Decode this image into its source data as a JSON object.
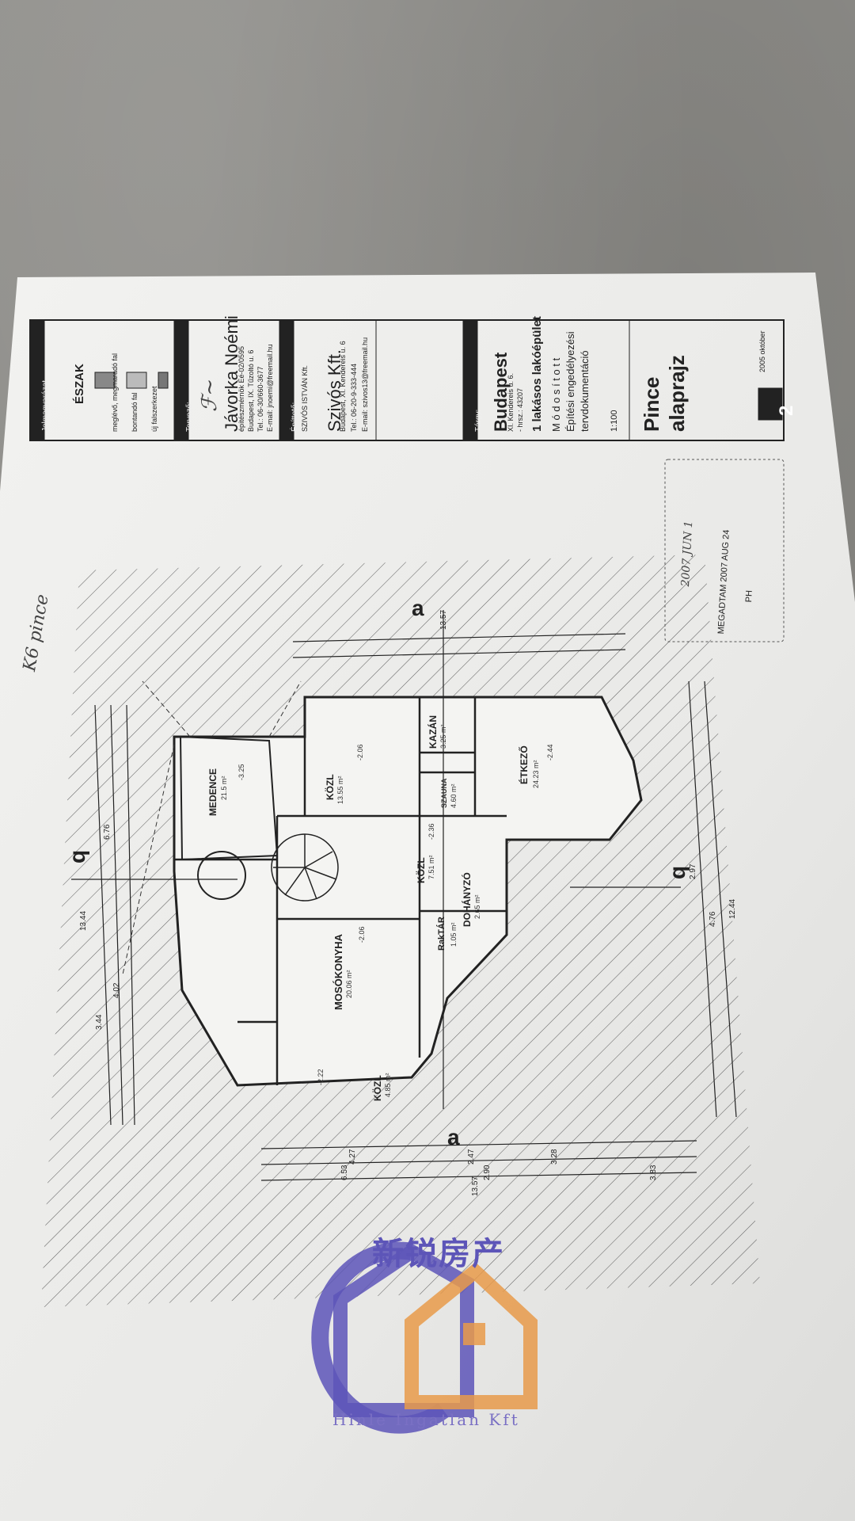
{
  "title_block": {
    "legend_header": "Jelmagyarázat",
    "north_label": "ÉSZAK",
    "legend_items": [
      "meglévő, megmaradó fal",
      "bontandó fal",
      "új falszerkezet"
    ],
    "designer_header": "Tervező:",
    "designer_name": "Jávorka Noémi",
    "designer_lines": [
      "építészmérnök  Éé-02/0595",
      "Budapest, IX. Tűzoltó u. 6",
      "Tel.: 06-30/660-3677",
      "E-mail: jnoemi@freemail.hu"
    ],
    "contractor_header": "Építtető:",
    "contractor_stamp": "SZIVÓS ISTVÁN Kft.",
    "contractor_name": "Szivós Kft.",
    "contractor_lines": [
      "Budapest, XI. Kendereis u. 6",
      "Tel.: 06-20-9-333-444",
      "E-mail: szivos13@freemail.hu"
    ],
    "subject_header": "Tárgy:",
    "city": "Budapest",
    "address": "XI. Kendereis u. 6.",
    "hrsz": "- hrsz.: 43207",
    "building": "1 lakásos lakóépület",
    "status": "M ó d o s í t o t t",
    "doc_type_1": "Építési engedélyezési",
    "doc_type_2": "tervdokumentáció",
    "scale": "1:100",
    "sheet_title_1": "Pince",
    "sheet_title_2": "alaprajz",
    "sheet_number": "2",
    "date": "2005 október"
  },
  "stamp": {
    "line1": "2007 JUN 1",
    "line2": "MEGADTAM 2007 AUG 24",
    "sign": "PH"
  },
  "rooms": [
    {
      "name": "MEDENCE",
      "area": "21.5 m²",
      "level": "-3.25"
    },
    {
      "name": "KÖZL",
      "area": "13.55 m²",
      "level": "-2.06"
    },
    {
      "name": "KAZÁN",
      "area": "3.25 m²",
      "level": ""
    },
    {
      "name": "ÉTKEZŐ",
      "area": "24.23 m²",
      "level": "-2.44"
    },
    {
      "name": "SZAUNA",
      "area": "4.60 m²",
      "level": ""
    },
    {
      "name": "KÖZL",
      "area": "7.51 m²",
      "level": "-2.36"
    },
    {
      "name": "DOHÁNYZÓ",
      "area": "2.65 m²",
      "level": ""
    },
    {
      "name": "RakTÁR",
      "area": "1.05 m²",
      "level": ""
    },
    {
      "name": "MOSÓKONYHA",
      "area": "20.06 m²",
      "level": "-2.06"
    },
    {
      "name": "KÖZL",
      "area": "4.85 m²",
      "level": "-2.22"
    }
  ],
  "dims": {
    "overall_top": "13.57",
    "overall_bottom": "13.57",
    "overall_left": "13.44",
    "d1": "6.53",
    "d2": "4.27",
    "d3": "2.47",
    "d4": "3.28",
    "d5": "2.90",
    "d6": "3.83",
    "d7": "12.44",
    "d8": "4.76",
    "d9": "2.97",
    "d10": "3.44",
    "d11": "4.02",
    "d12": "6.76"
  },
  "section_labels": [
    "a",
    "a",
    "q",
    "q"
  ],
  "handwriting": "K6 pince",
  "watermark": {
    "cn": "新锐房产",
    "en": "Hinle Ingatlan Kft",
    "colors": {
      "purple": "#5d55b8",
      "orange": "#e89a4a"
    }
  }
}
